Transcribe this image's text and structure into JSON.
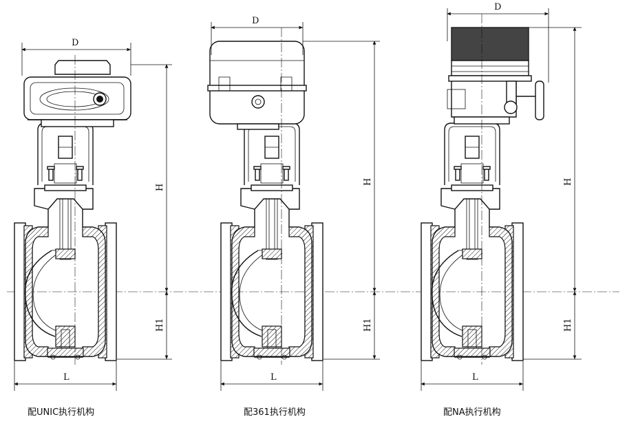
{
  "drawings": [
    {
      "id": "unic",
      "caption": "配UNIC执行机构",
      "dim_d": "D",
      "dim_h": "H",
      "dim_h1": "H1",
      "dim_l": "L",
      "actuator": "unic-actuator"
    },
    {
      "id": "a361",
      "caption": "配361执行机构",
      "dim_d": "D",
      "dim_h": "H",
      "dim_h1": "H1",
      "dim_l": "L",
      "actuator": "361-actuator"
    },
    {
      "id": "na",
      "caption": "配NA执行机构",
      "dim_d": "D",
      "dim_h": "H",
      "dim_h1": "H1",
      "dim_l": "L",
      "actuator": "na-actuator"
    }
  ]
}
